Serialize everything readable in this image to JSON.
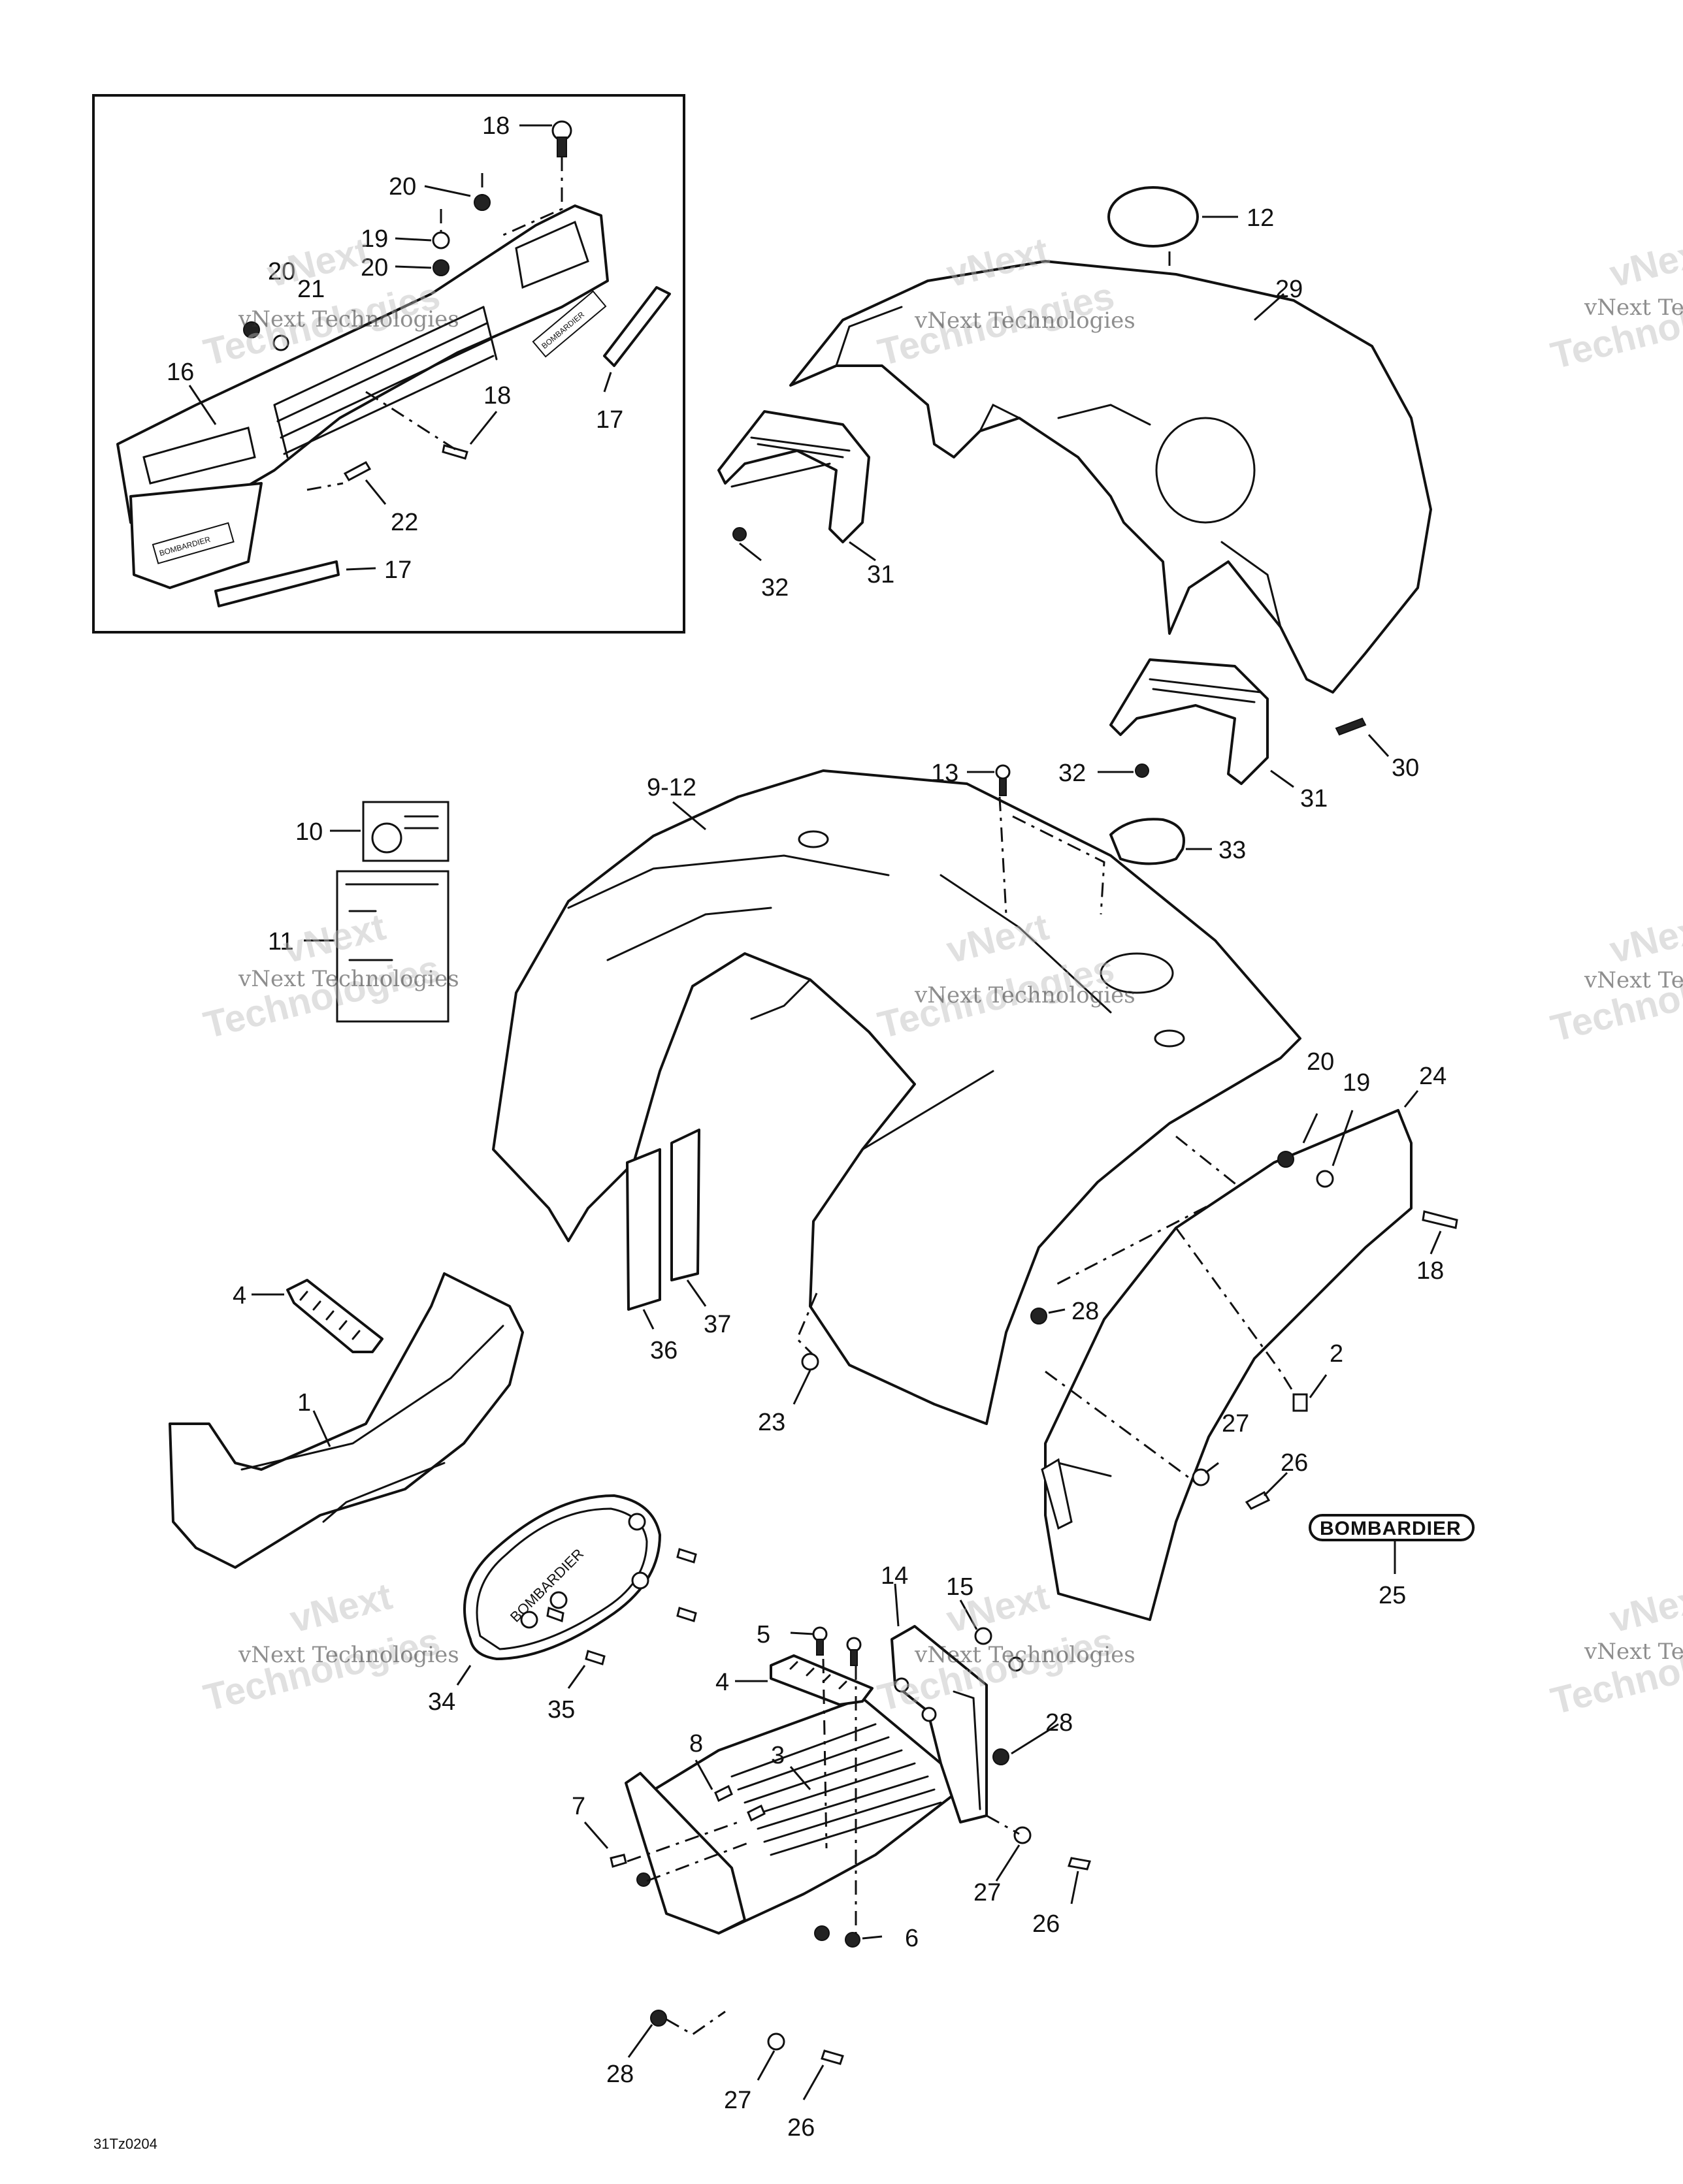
{
  "drawing_id": "31Tz0204",
  "watermark": {
    "line1": "vNext Technologies",
    "line2": "Technologies",
    "brand_top": "vNext"
  },
  "brand_text": "BOMBARDIER",
  "callouts": {
    "c1": "1",
    "c2": "2",
    "c3": "3",
    "c4a": "4",
    "c4b": "4",
    "c5": "5",
    "c6": "6",
    "c7": "7",
    "c8": "8",
    "c9_12": "9-12",
    "c10": "10",
    "c11": "11",
    "c12": "12",
    "c13": "13",
    "c14": "14",
    "c15": "15",
    "c16": "16",
    "c17a": "17",
    "c17b": "17",
    "c18a": "18",
    "c18b": "18",
    "c18c": "18",
    "c19a": "19",
    "c19b": "19",
    "c20a": "20",
    "c20b": "20",
    "c20c": "20",
    "c20d": "20",
    "c21": "21",
    "c22": "22",
    "c23": "23",
    "c24": "24",
    "c25": "25",
    "c26a": "26",
    "c26b": "26",
    "c26c": "26",
    "c27a": "27",
    "c27b": "27",
    "c27c": "27",
    "c28a": "28",
    "c28b": "28",
    "c28c": "28",
    "c29": "29",
    "c30": "30",
    "c31a": "31",
    "c31b": "31",
    "c32a": "32",
    "c32b": "32",
    "c33": "33",
    "c34": "34",
    "c35": "35",
    "c36": "36",
    "c37": "37"
  }
}
